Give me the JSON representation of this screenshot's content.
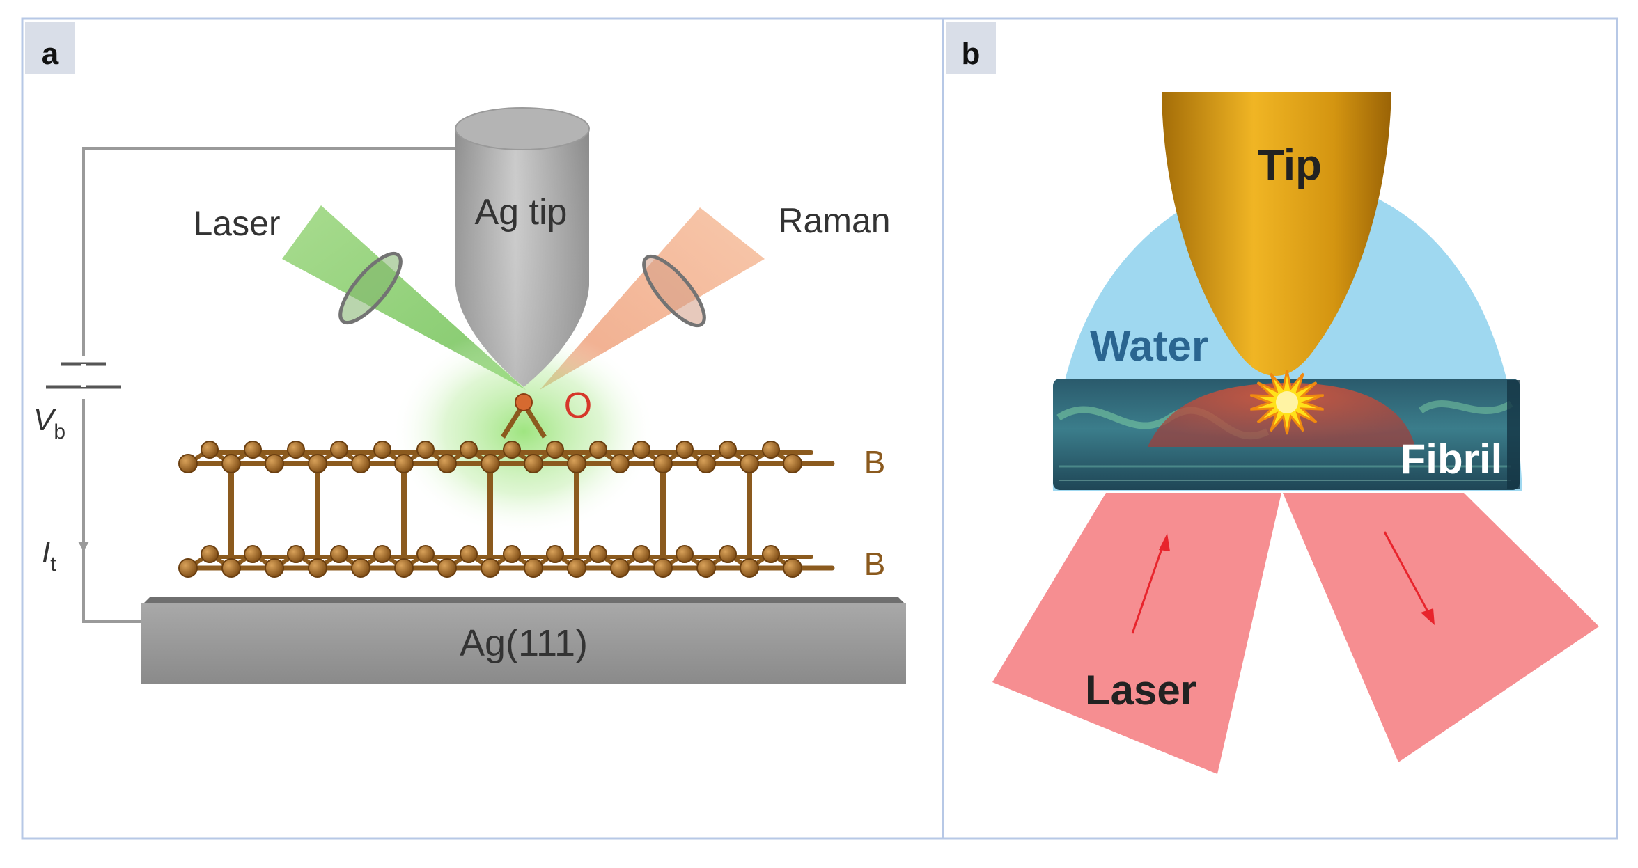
{
  "panel_a": {
    "label": "a",
    "ag_tip": "Ag tip",
    "laser": "Laser",
    "raman": "Raman",
    "oxygen": "O",
    "boron_top": "B",
    "boron_bottom": "B",
    "substrate": "Ag(111)",
    "voltage_symbol": "V",
    "voltage_sub": "b",
    "current_symbol": "I",
    "current_sub": "t"
  },
  "panel_b": {
    "label": "b",
    "tip": "Tip",
    "water": "Water",
    "fibril": "Fibril",
    "laser": "Laser"
  },
  "colors": {
    "frame": "#b7c8e6",
    "label_bg": "#d9dee8",
    "boron": "#8b5a1e",
    "oxygen_text": "#d6372a",
    "laser_green": "#8fd16f",
    "raman_peach": "#f4b38e",
    "water_blue": "#9fd8f0",
    "tip_gold": "#d69a0c",
    "laser_red": "#f5888b"
  }
}
